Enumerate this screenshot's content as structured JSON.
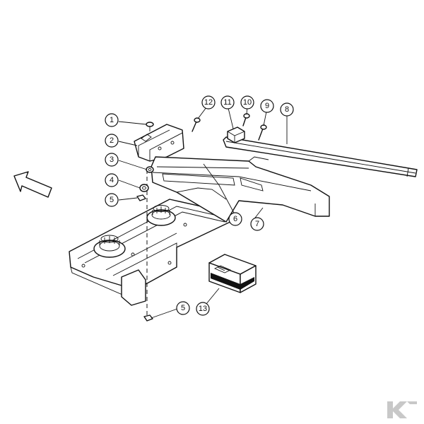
{
  "callouts": {
    "c1": "1",
    "c2": "2",
    "c3": "3",
    "c4": "4",
    "c5a": "5",
    "c5b": "5",
    "c6": "6",
    "c7": "7",
    "c8": "8",
    "c9": "9",
    "c10": "10",
    "c11": "11",
    "c12": "12",
    "c13": "13"
  },
  "icons": {
    "direction": "arrow-up-left-icon",
    "logo": "k-logo-icon"
  },
  "colors": {
    "line": "#111111",
    "background": "#ffffff",
    "logo": "#c8c8c8"
  }
}
